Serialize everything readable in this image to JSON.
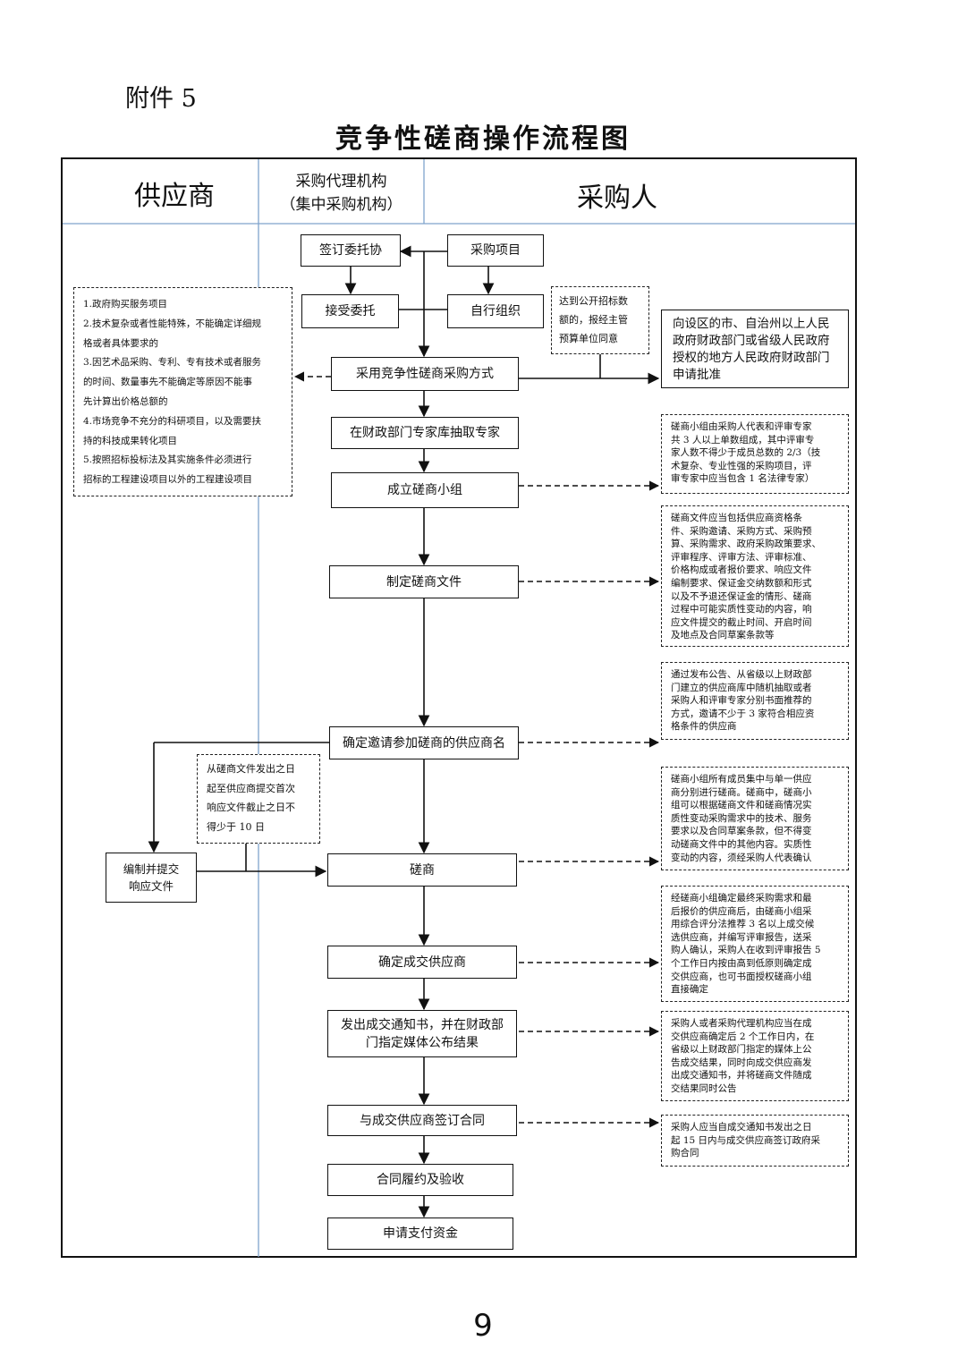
{
  "attachment_label": "附件 5",
  "title": "竞争性磋商操作流程图",
  "lanes": {
    "supplier": "供应商",
    "agency": [
      "采购代理机构",
      "（集中采购机构）"
    ],
    "purchaser": "采购人"
  },
  "boxes": {
    "sign_agreement": "签订委托协",
    "purchase_project": "采购项目",
    "accept_entrust": "接受委托",
    "self_organize": "自行组织",
    "adopt_method": "采用竞争性磋商采购方式",
    "extract_experts": "在财政部门专家库抽取专家",
    "form_group": "成立磋商小组",
    "make_docs": "制定磋商文件",
    "confirm_suppliers": "确定邀请参加磋商的供应商名",
    "prepare_response": [
      "编制并提交",
      "响应文件"
    ],
    "negotiate": "磋商",
    "confirm_winner": "确定成交供应商",
    "issue_notice": [
      "发出成交通知书，并在财政部",
      "门指定媒体公布结果"
    ],
    "sign_contract": "与成交供应商签订合同",
    "perform_accept": "合同履约及验收",
    "apply_payment": "申请支付资金"
  },
  "notes": {
    "applicable_cases": [
      "1.政府购买服务项目",
      "2.技术复杂或者性能特殊，不能确定详细规",
      "格或者具体要求的",
      "3.因艺术品采购、专利、专有技术或者服务",
      "的时间、数量事先不能确定等原因不能事",
      "先计算出价格总额的",
      "4.市场竞争不充分的科研项目，以及需要扶",
      "持的科技成果转化项目",
      "5.按照招标投标法及其实施条件必须进行",
      "招标的工程建设项目以外的工程建设项目"
    ],
    "threshold": [
      "达到公开招标数",
      "额的，报经主管",
      "预算单位同意"
    ],
    "approval": [
      "向设区的市、自治州以上人民",
      "政府财政部门或省级人民政府",
      "授权的地方人民政府财政部门",
      "申请批准"
    ],
    "group_composition": [
      "磋商小组由采购人代表和评审专家",
      "共 3 人以上单数组成，其中评审专",
      "家人数不得少于成员总数的 2/3（技",
      "术复杂、专业性强的采购项目，评",
      "审专家中应当包含 1 名法律专家）"
    ],
    "docs_content": [
      "磋商文件应当包括供应商资格条",
      "件、采购邀请、采购方式、采购预",
      "算、采购需求、政府采购政策要求、",
      "评审程序、评审方法、评审标准、",
      "价格构成或者报价要求、响应文件",
      "编制要求、保证金交纳数额和形式",
      "以及不予退还保证金的情形、磋商",
      "过程中可能实质性变动的内容，响",
      "应文件提交的截止时间、开启时间",
      "及地点及合同草案条款等"
    ],
    "invite_method": [
      "通过发布公告、从省级以上财政部",
      "门建立的供应商库中随机抽取或者",
      "采购人和评审专家分别书面推荐的",
      "方式，邀请不少于 3 家符合相应资",
      "格条件的供应商"
    ],
    "response_period": [
      "从磋商文件发出之日",
      "起至供应商提交首次",
      "响应文件截止之日不",
      "得少于 10 日"
    ],
    "negotiation_rules": [
      "磋商小组所有成员集中与单一供应",
      "商分别进行磋商。磋商中，磋商小",
      "组可以根据磋商文件和磋商情况实",
      "质性变动采购需求中的技术、服务",
      "要求以及合同草案条款，但不得变",
      "动磋商文件中的其他内容。实质性",
      "变动的内容，须经采购人代表确认"
    ],
    "winner_selection": [
      "经磋商小组确定最终采购需求和最",
      "后报价的供应商后，由磋商小组采",
      "用综合评分法推荐 3 名以上成交候",
      "选供应商，并编写评审报告，送采",
      "购人确认，采购人在收到评审报告 5",
      "个工作日内按由高到低原则确定成",
      "交供应商，也可书面授权磋商小组",
      "直接确定"
    ],
    "notice_rules": [
      "采购人或者采购代理机构应当在成",
      "交供应商确定后 2 个工作日内，在",
      "省级以上财政部门指定的媒体上公",
      "告成交结果，同时向成交供应商发",
      "出成交通知书，并将磋商文件随成",
      "交结果同时公告"
    ],
    "contract_deadline": [
      "采购人应当自成交通知书发出之日",
      "起 15 日内与成交供应商签订政府采",
      "购合同"
    ]
  },
  "page_number": "9"
}
